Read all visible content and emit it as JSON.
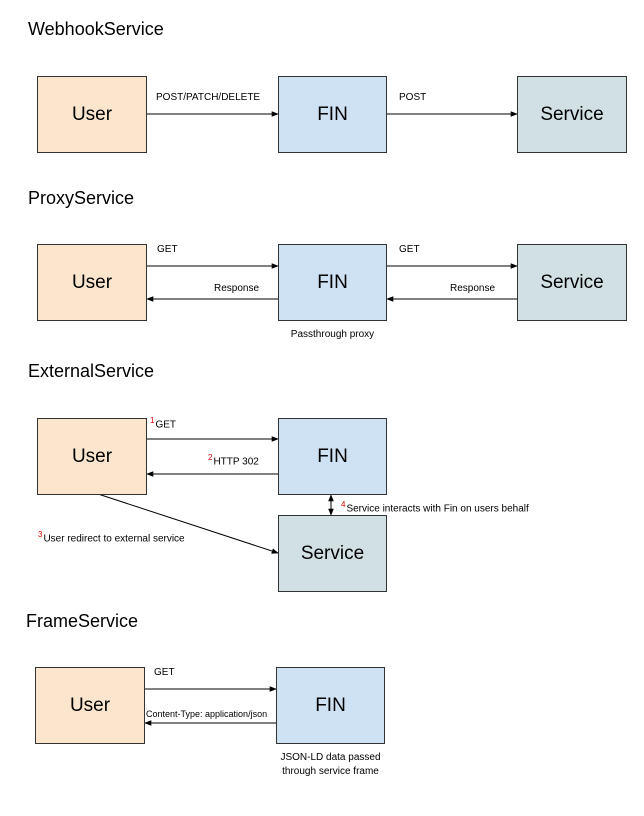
{
  "sections": {
    "webhook": {
      "title": "WebhookService",
      "user": "User",
      "fin": "FIN",
      "service": "Service",
      "arrow1": "POST/PATCH/DELETE",
      "arrow2": "POST"
    },
    "proxy": {
      "title": "ProxyService",
      "user": "User",
      "fin": "FIN",
      "service": "Service",
      "get1": "GET",
      "get2": "GET",
      "resp1": "Response",
      "resp2": "Response",
      "caption": "Passthrough proxy"
    },
    "external": {
      "title": "ExternalService",
      "user": "User",
      "fin": "FIN",
      "service": "Service",
      "step1_num": "1",
      "step1": "GET",
      "step2_num": "2",
      "step2": "HTTP 302",
      "step3_num": "3",
      "step3": "User redirect to external service",
      "step4_num": "4",
      "step4": "Service interacts with Fin on users behalf"
    },
    "frame": {
      "title": "FrameService",
      "user": "User",
      "fin": "FIN",
      "get": "GET",
      "content_type": "Content-Type: application/json",
      "caption_line1": "JSON-LD data passed",
      "caption_line2": "through service frame"
    }
  },
  "colors": {
    "user": "#fce5cd",
    "fin": "#cfe2f3",
    "service": "#d0e0e3",
    "step_number": "#dd0000"
  }
}
